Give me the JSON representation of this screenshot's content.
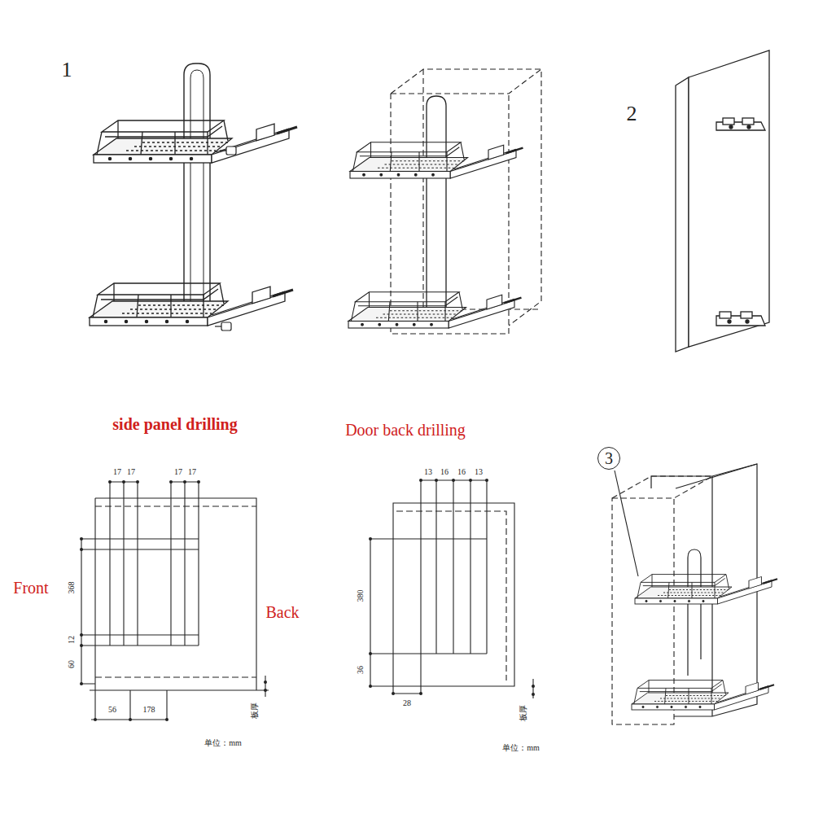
{
  "diagram": {
    "nodes": [
      {
        "text": [
          "3"
        ]
      }
    ],
    "labels": [
      "1",
      "2",
      "side panel drilling",
      "Door back drilling",
      "17",
      "17",
      "17",
      "17",
      "Front",
      "368",
      "12",
      "60",
      "56",
      "178",
      "板厚",
      "Back",
      "单位：mm",
      "13",
      "16",
      "16",
      "13",
      "380",
      "36",
      "28",
      "板厚",
      "单位：mm"
    ]
  }
}
